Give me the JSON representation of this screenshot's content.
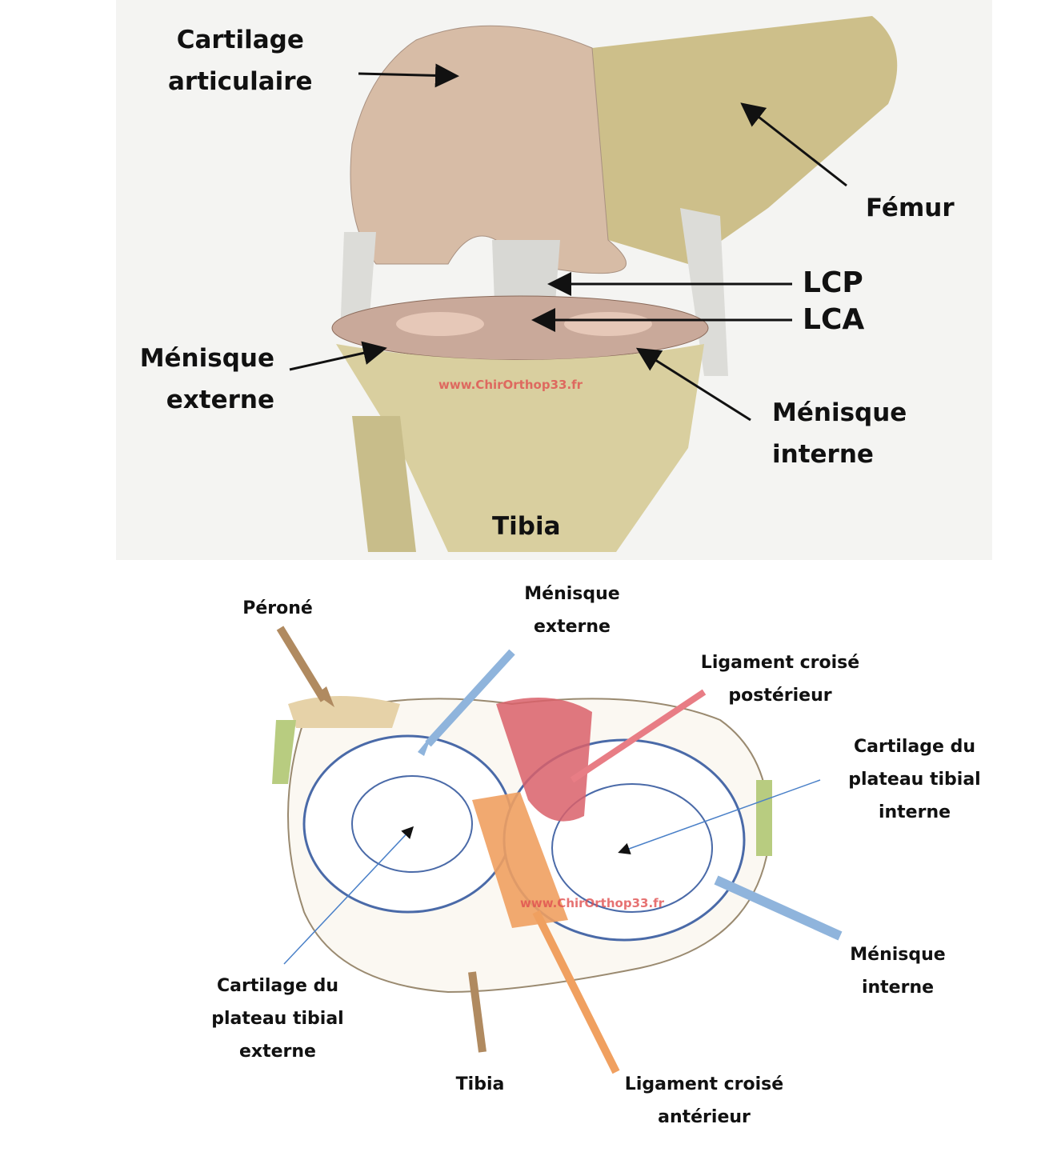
{
  "top_figure": {
    "labels": {
      "cartilage_articulaire": "Cartilage\narticulaire",
      "femur": "Fémur",
      "lcp": "LCP",
      "lca": "LCA",
      "menisque_externe": "Ménisque\nexterne",
      "menisque_interne": "Ménisque\ninterne",
      "tibia": "Tibia"
    },
    "watermark": "www.ChirOrthop33.fr"
  },
  "bottom_figure": {
    "labels": {
      "perone": "Péroné",
      "menisque_externe": "Ménisque\nexterne",
      "ligament_croise_posterieur": "Ligament croisé\npostérieur",
      "cartilage_plateau_interne": "Cartilage du\nplateau tibial\ninterne",
      "menisque_interne": "Ménisque\ninterne",
      "cartilage_plateau_externe": "Cartilage du\nplateau tibial\nexterne",
      "tibia": "Tibia",
      "ligament_croise_anterieur": "Ligament croisé\nantérieur"
    },
    "watermark": "www.ChirOrthop33.fr"
  },
  "colors": {
    "bone": "#d8cc9a",
    "cartilage": "#d9bfa8",
    "meniscus_blue": "#8fb4dc",
    "pcl_red": "#d9606a",
    "acl_orange": "#f0a060",
    "fibula_arrow": "#b08a60"
  }
}
